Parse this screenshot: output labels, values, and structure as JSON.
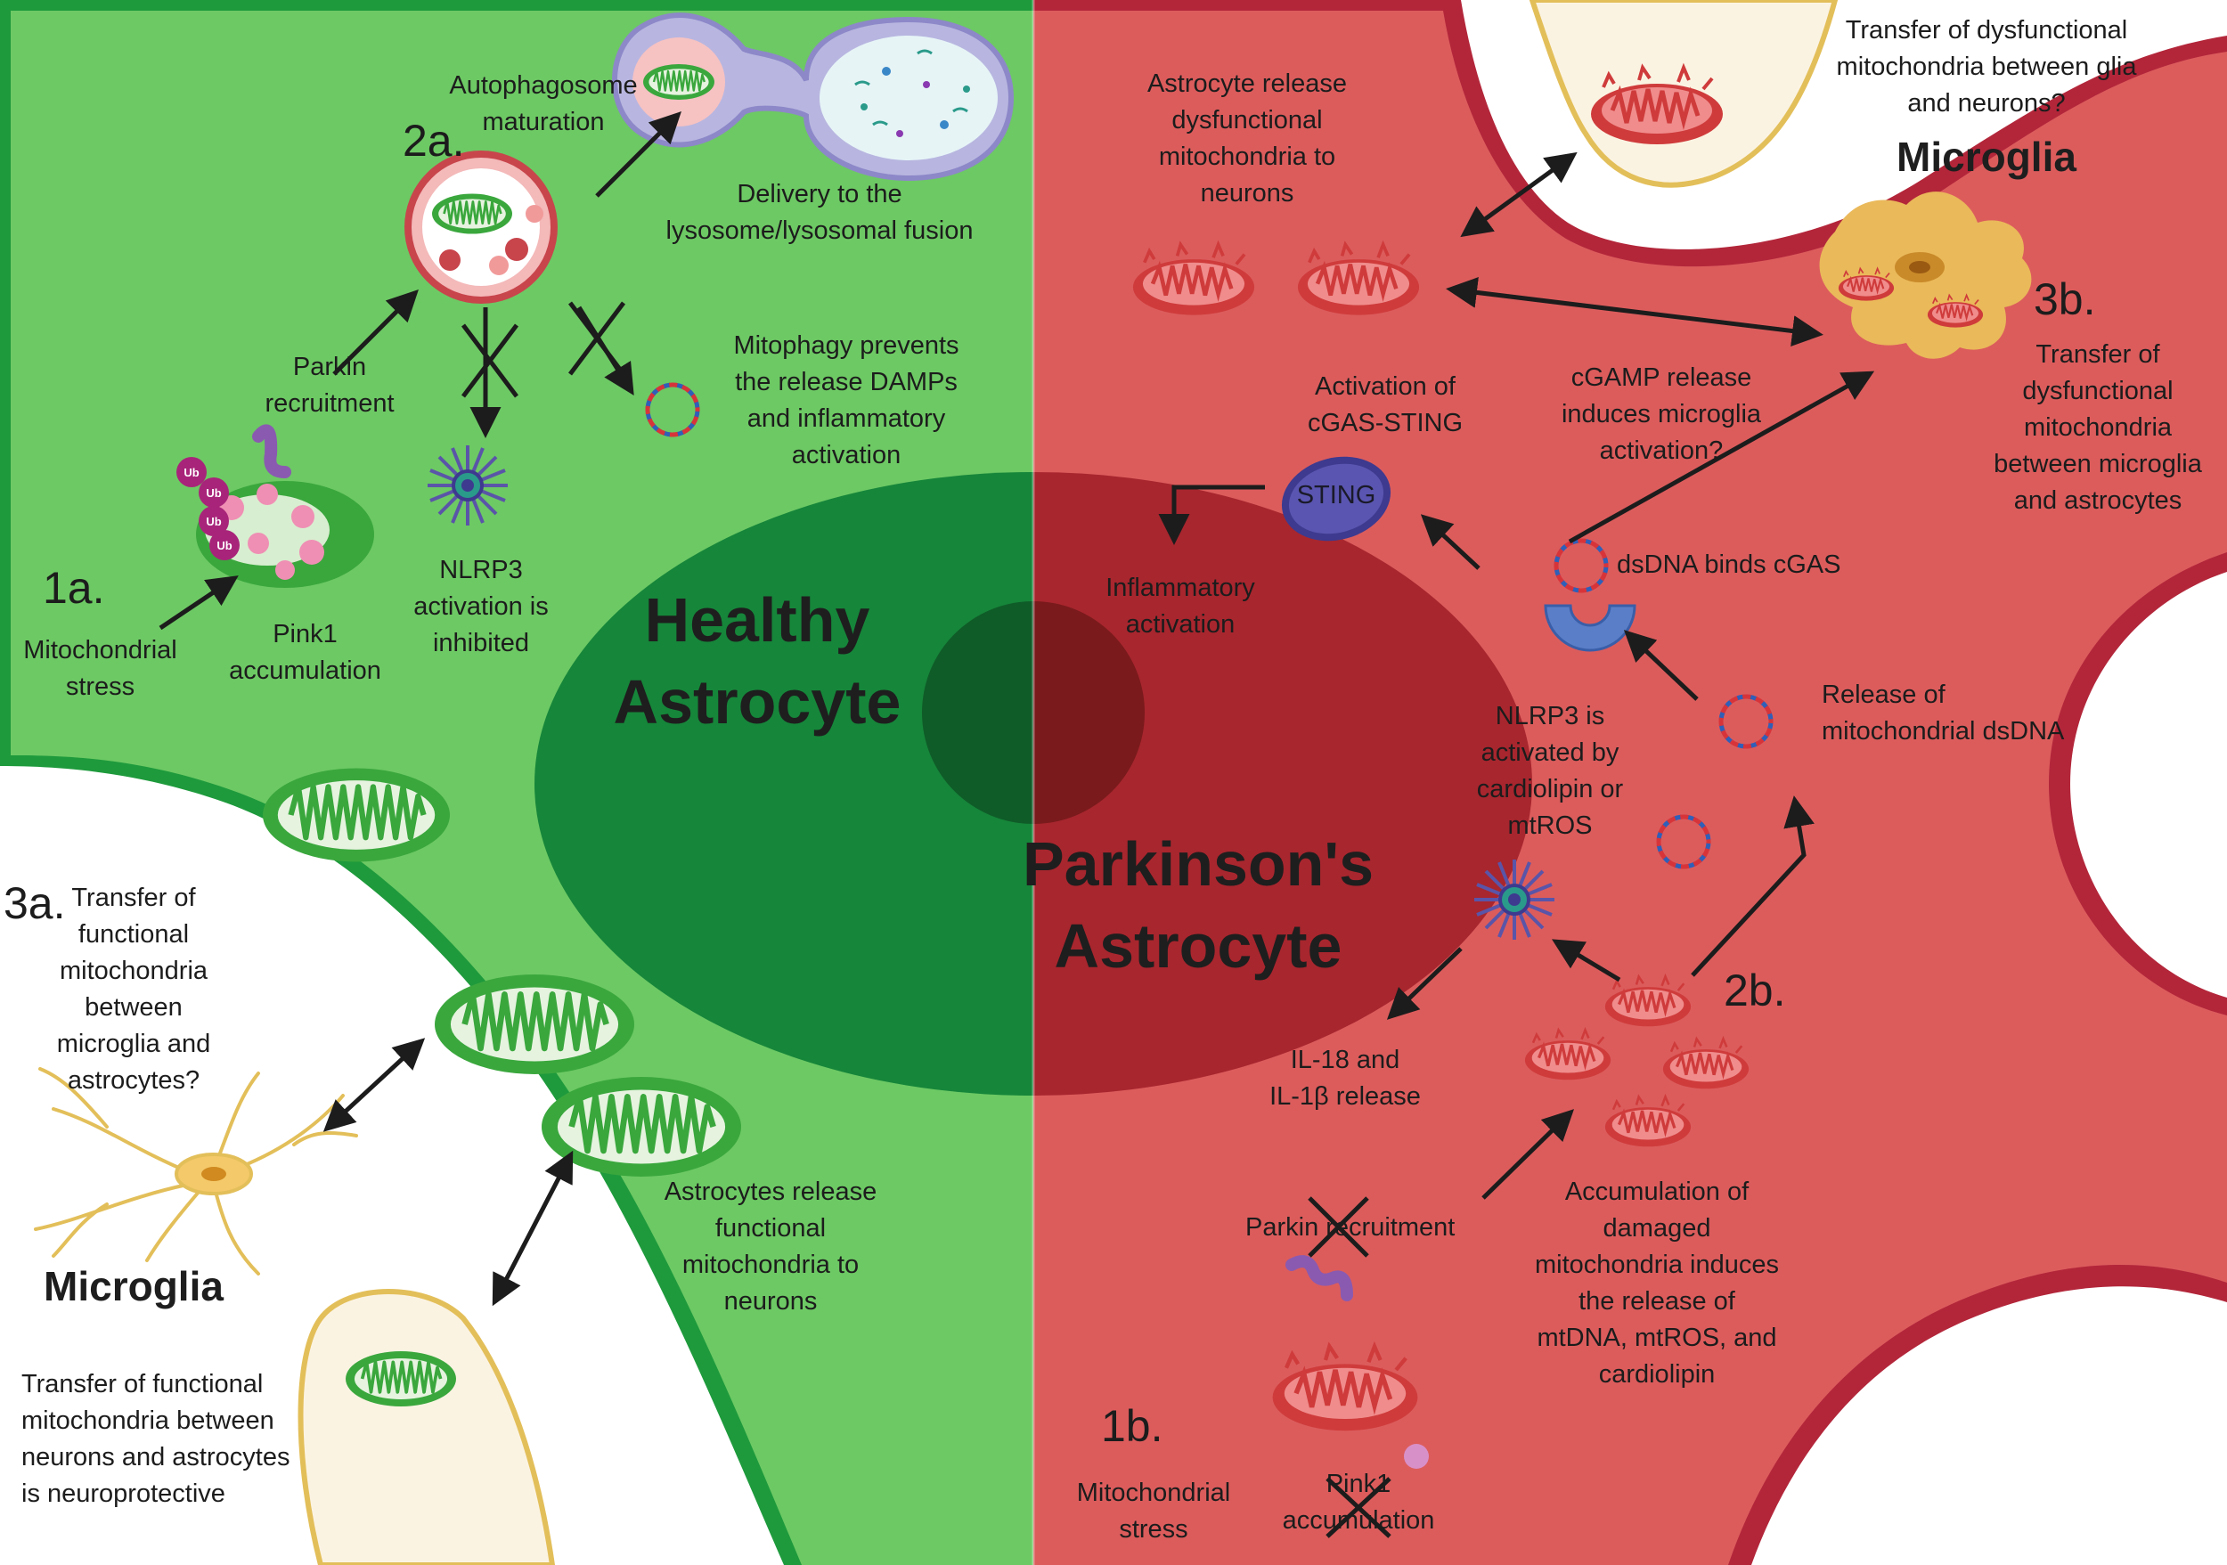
{
  "colors": {
    "healthy_cell": "#6dc964",
    "healthy_border": "#1e9a3c",
    "healthy_nucleus": "#16863a",
    "pd_cell": "#dc5c5c",
    "pd_border": "#b3263a",
    "pd_nucleus": "#a8262e",
    "mito_red": "#e04c4c",
    "mito_green": "#3aa73d",
    "sting": "#3d3a8f",
    "cgas": "#5a7ec8",
    "neuron_fill": "#fbf3e2",
    "neuron_border": "#e3bf5a",
    "microglia_fill": "#eab95a"
  },
  "icons": [
    "mitochondrion-icon",
    "autophagosome-icon",
    "lysosome-icon",
    "mtdna-icon",
    "nlrp3-inflammasome-icon",
    "sting-icon",
    "cgas-icon",
    "ubiquitin-icon",
    "microglia-icon",
    "neuron-icon",
    "inhibition-cross-icon",
    "arrow-icon"
  ],
  "titles": {
    "healthy": "Healthy\nAstrocyte",
    "parkinsons": "Parkinson's\nAstrocyte",
    "microglia_top": "Microglia",
    "microglia_bottom": "Microglia"
  },
  "steps": {
    "s1a": "1a.",
    "s2a": "2a.",
    "s3a": "3a.",
    "s1b": "1b.",
    "s2b": "2b.",
    "s3b": "3b."
  },
  "ubiquitin_tag": "Ub",
  "healthy": {
    "mito_stress": "Mitochondrial\nstress",
    "pink1": "Pink1\naccumulation",
    "parkin": "Parkin\nrecruitment",
    "autophagosome": "Autophagosome\nmaturation",
    "lysosome": "Delivery to the\nlysosome/lysosomal fusion",
    "nlrp3": "NLRP3\nactivation is\ninhibited",
    "mitophagy": "Mitophagy prevents\nthe release  DAMPs\nand  inflammatory\nactivation",
    "transfer_microglia": "Transfer of\nfunctional\nmitochondria\nbetween\nmicroglia and\nastrocytes?",
    "release_functional": "Astrocytes release\nfunctional\nmitochondria to\nneurons",
    "transfer_neurons": "Transfer of functional\nmitochondria between\nneurons and astrocytes\nis  neuroprotective"
  },
  "parkinsons": {
    "release_dysfunctional": "Astrocyte release\ndysfunctional\nmitochondria to\nneurons",
    "glia_neurons": "Transfer of dysfunctional\nmitochondria between glia\nand neurons?",
    "transfer_3b": "Transfer of\ndysfunctional\nmitochondria\nbetween microglia\nand astrocytes",
    "cgas_sting": "Activation of\ncGAS-STING",
    "cgamp": "cGAMP release\ninduces microglia\nactivation?",
    "sting_label": "STING",
    "inflammatory": "Inflammatory\nactivation",
    "dsdna_binds": "dsDNA binds cGAS",
    "release_dsdna": "Release of\nmitochondrial dsDNA",
    "nlrp3_activated": "NLRP3 is\nactivated by\ncardiolipin or\nmtROS",
    "il_release": "IL-18 and\nIL-1β release",
    "accumulation": "Accumulation of\ndamaged\nmitochondria induces\nthe release of\nmtDNA, mtROS, and\ncardiolipin",
    "parkin": "Parkin recruitment",
    "pink1": "Pink1\naccumulation",
    "mito_stress": "Mitochondrial\nstress"
  }
}
